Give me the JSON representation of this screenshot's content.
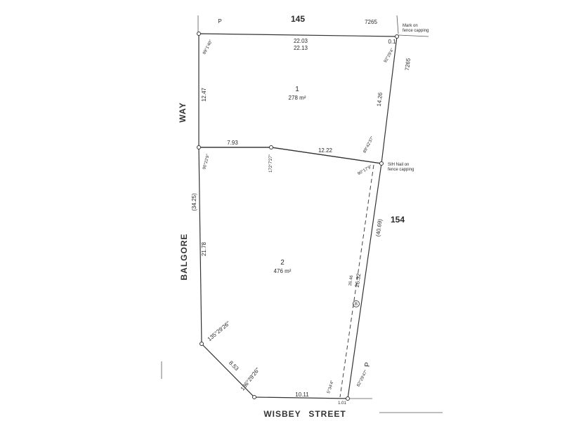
{
  "plan": {
    "streets": {
      "west": [
        "WAY",
        "BALGORE"
      ],
      "south": [
        "WISBEY",
        "STREET"
      ]
    },
    "neighbours": {
      "north_lot": "145",
      "east_lot": "154",
      "north_ref": "7265",
      "east_ref": "7265",
      "p_north": "P",
      "p_east": "P"
    },
    "marks": {
      "ne_mark": [
        "Mark on",
        "fence capping"
      ],
      "sih_mark": [
        "SIH Nail on",
        "fence capping"
      ]
    },
    "lots": [
      {
        "number": "1",
        "area": "278 m²"
      },
      {
        "number": "2",
        "area": "476 m²"
      }
    ],
    "dimensions": {
      "north_outer": "22.03",
      "north_inner": "22.13",
      "ne_offset": "0.1",
      "west_upper": "12.47",
      "east_upper": "14.26",
      "mid_left": "7.93",
      "mid_right": "12.22",
      "west_total": "(34.25)",
      "west_lower": "21.78",
      "east_total": "(40.69)",
      "east_lower_a": "26.46",
      "east_lower_b": "26.32",
      "truncation": "8.53",
      "south": "10.11",
      "se_offset": "1.01"
    },
    "bearings": {
      "nw": "89°1'40\"",
      "ne": "92°29'4\"",
      "ne_lower": "89°42'37\"",
      "w_mid": "90°22'9\"",
      "mid": "172°7'27\"",
      "e_mid": "90°17'9\"",
      "sw": "135°29'26\"",
      "s_trunc": "136°29'26\"",
      "se_a": "5°34'4\"",
      "se_b": "82°29'47\""
    },
    "easement_marker": "B"
  }
}
